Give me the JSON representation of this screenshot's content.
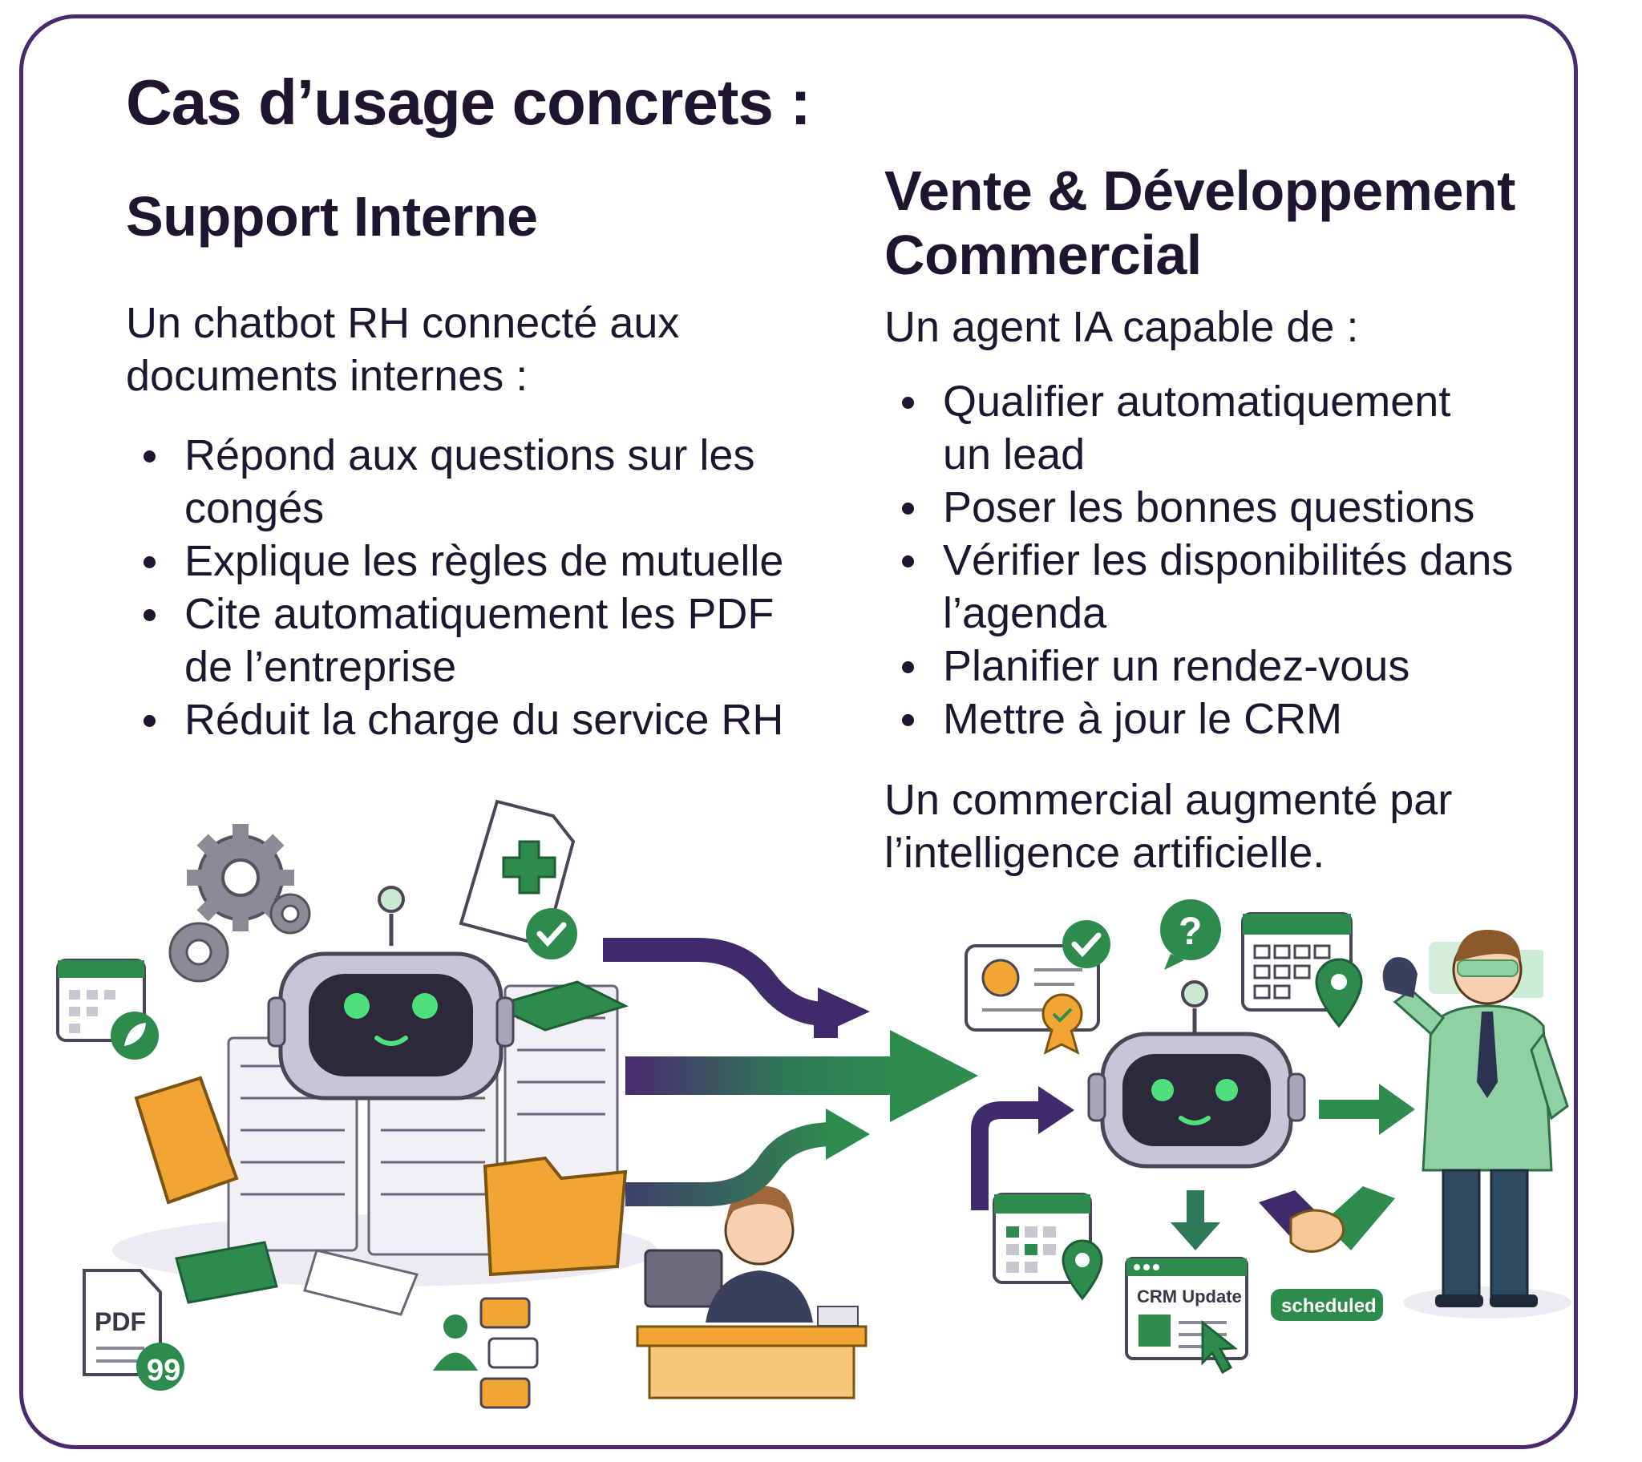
{
  "title": "Cas d’usage concrets :",
  "left": {
    "heading": "Support Interne",
    "intro_lines": [
      "Un chatbot RH connecté aux",
      "documents internes :"
    ],
    "bullets": [
      {
        "lines": [
          "Répond aux questions sur les",
          "congés"
        ]
      },
      {
        "lines": [
          "Explique les règles de mutuelle"
        ]
      },
      {
        "lines": [
          "Cite automatiquement les PDF",
          "de l’entreprise"
        ]
      },
      {
        "lines": [
          "Réduit la charge du service RH"
        ]
      }
    ]
  },
  "right": {
    "heading_lines": [
      "Vente & Développement",
      "Commercial"
    ],
    "intro": "Un agent IA capable de :",
    "bullets": [
      {
        "lines": [
          "Qualifier automatiquement",
          "un lead"
        ]
      },
      {
        "lines": [
          "Poser les bonnes questions"
        ]
      },
      {
        "lines": [
          "Vérifier les disponibilités dans",
          "l’agenda"
        ]
      },
      {
        "lines": [
          "Planifier un rendez-vous"
        ]
      },
      {
        "lines": [
          "Mettre à jour le CRM"
        ]
      }
    ],
    "conclusion_lines": [
      "Un commercial augmenté par",
      "l’intelligence artificielle."
    ]
  },
  "illustration": {
    "pdf_label": "PDF",
    "quote_mark": "99",
    "question_mark": "?",
    "crm_label": "CRM Update",
    "scheduled_label": "scheduled"
  },
  "colors": {
    "purple_dark": "#3f2a6b",
    "green": "#2e8b4e",
    "text": "#1e1530",
    "orange": "#f0a534",
    "robot_body": "#c9c4d8"
  },
  "icons": [
    "gear-icon",
    "calendar-icon",
    "leaf-icon",
    "document-plus-icon",
    "check-icon",
    "pdf-file-icon",
    "quote-icon",
    "chat-icon",
    "user-icon",
    "folder-icon",
    "robot-icon",
    "profile-card-icon",
    "badge-icon",
    "question-icon",
    "location-pin-icon",
    "handshake-icon",
    "cursor-icon",
    "arrow-icon"
  ]
}
